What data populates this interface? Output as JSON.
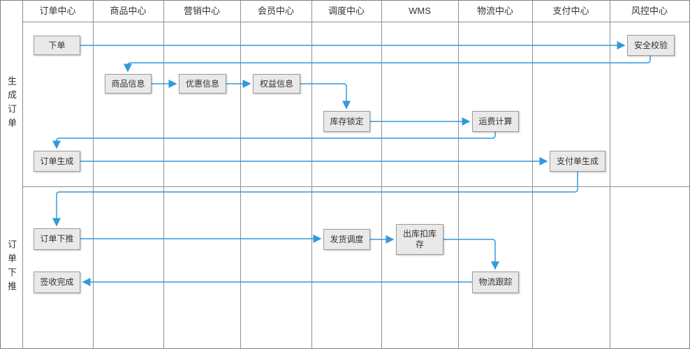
{
  "lanes": {
    "rows": [
      {
        "label": "生成订单"
      },
      {
        "label": "订单下推"
      }
    ],
    "columns": [
      "订单中心",
      "商品中心",
      "营销中心",
      "会员中心",
      "调度中心",
      "WMS",
      "物流中心",
      "支付中心",
      "风控中心"
    ]
  },
  "nodes": [
    {
      "id": "place-order",
      "label": "下单",
      "lane": "生成订单",
      "column": "订单中心"
    },
    {
      "id": "security-check",
      "label": "安全校验",
      "lane": "生成订单",
      "column": "风控中心"
    },
    {
      "id": "product-info",
      "label": "商品信息",
      "lane": "生成订单",
      "column": "商品中心"
    },
    {
      "id": "discount-info",
      "label": "优惠信息",
      "lane": "生成订单",
      "column": "营销中心"
    },
    {
      "id": "rights-info",
      "label": "权益信息",
      "lane": "生成订单",
      "column": "会员中心"
    },
    {
      "id": "inventory-lock",
      "label": "库存锁定",
      "lane": "生成订单",
      "column": "调度中心"
    },
    {
      "id": "freight-calc",
      "label": "运费计算",
      "lane": "生成订单",
      "column": "物流中心"
    },
    {
      "id": "order-created",
      "label": "订单生成",
      "lane": "生成订单",
      "column": "订单中心"
    },
    {
      "id": "payment-created",
      "label": "支付单生成",
      "lane": "生成订单",
      "column": "支付中心"
    },
    {
      "id": "order-push",
      "label": "订单下推",
      "lane": "订单下推",
      "column": "订单中心"
    },
    {
      "id": "dispatch",
      "label": "发货调度",
      "lane": "订单下推",
      "column": "调度中心"
    },
    {
      "id": "outbound-deduct",
      "label": "出库扣库存",
      "lane": "订单下推",
      "column": "WMS"
    },
    {
      "id": "logistics-tracking",
      "label": "物流跟踪",
      "lane": "订单下推",
      "column": "物流中心"
    },
    {
      "id": "sign-complete",
      "label": "签收完成",
      "lane": "订单下推",
      "column": "订单中心"
    }
  ],
  "edges": [
    {
      "from": "place-order",
      "to": "security-check"
    },
    {
      "from": "security-check",
      "to": "product-info"
    },
    {
      "from": "product-info",
      "to": "discount-info"
    },
    {
      "from": "discount-info",
      "to": "rights-info"
    },
    {
      "from": "rights-info",
      "to": "inventory-lock"
    },
    {
      "from": "inventory-lock",
      "to": "freight-calc"
    },
    {
      "from": "freight-calc",
      "to": "order-created"
    },
    {
      "from": "order-created",
      "to": "payment-created"
    },
    {
      "from": "payment-created",
      "to": "order-push"
    },
    {
      "from": "order-push",
      "to": "dispatch"
    },
    {
      "from": "dispatch",
      "to": "outbound-deduct"
    },
    {
      "from": "outbound-deduct",
      "to": "logistics-tracking"
    },
    {
      "from": "logistics-tracking",
      "to": "sign-complete"
    }
  ],
  "colors": {
    "connector": "#3398dc",
    "node_fill": "#e9e9e9",
    "node_border": "#9c9c9c",
    "grid_line": "#8f8f8f",
    "text": "#333333"
  }
}
